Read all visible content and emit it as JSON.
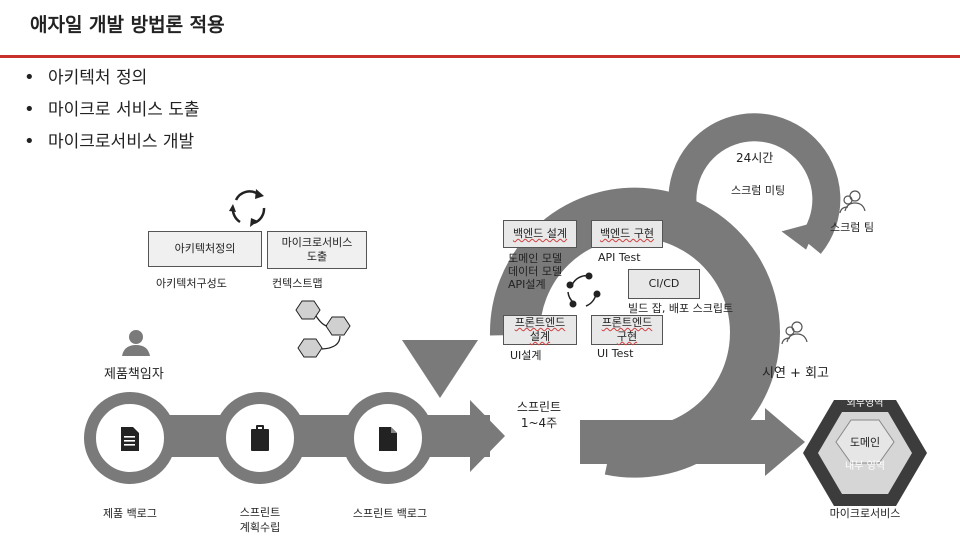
{
  "title": "애자일 개발 방법론 적용",
  "bullets": [
    "아키텍처 정의",
    "마이크로 서비스 도출",
    "마이크로서비스 개발"
  ],
  "architecture": {
    "box1": "아키텍처정의",
    "box2_line1": "마이크로서비스",
    "box2_line2": "도출",
    "label1": "아키텍처구성도",
    "label2": "컨텍스트맵"
  },
  "owner": "제품책임자",
  "pipeline": {
    "product_backlog": "제품 백로그",
    "sprint_planning_line1": "스프린트",
    "sprint_planning_line2": "계획수립",
    "sprint_backlog": "스프린트 백로그"
  },
  "sprint": {
    "line1": "스프린트",
    "line2": "1~4주"
  },
  "daily": {
    "hours": "24시간",
    "meeting": "스크럼 미팅",
    "team": "스크럼 팀"
  },
  "dev": {
    "backend_design": "백엔드 설계",
    "backend_impl": "백엔드 구현",
    "cicd": "CI/CD",
    "frontend_design_line1": "프론트엔드",
    "frontend_design_line2": "설계",
    "frontend_impl_line1": "프론트엔드",
    "frontend_impl_line2": "구현",
    "domain_model": "도메인 모델",
    "data_model": "데이터 모델",
    "api_design": "API설계",
    "api_test": "API Test",
    "build_deploy": "빌드 잡, 배포 스크립트",
    "ui_design": "UI설계",
    "ui_test": "UI Test"
  },
  "review": "시연 + 회고",
  "microservice": {
    "outer": "외부영역",
    "domain": "도메인",
    "inner": "내부 영역",
    "caption": "마이크로서비스"
  },
  "colors": {
    "accent": "#c9302c",
    "arrow": "#7a7a7a",
    "dark": "#3c3c3c"
  }
}
